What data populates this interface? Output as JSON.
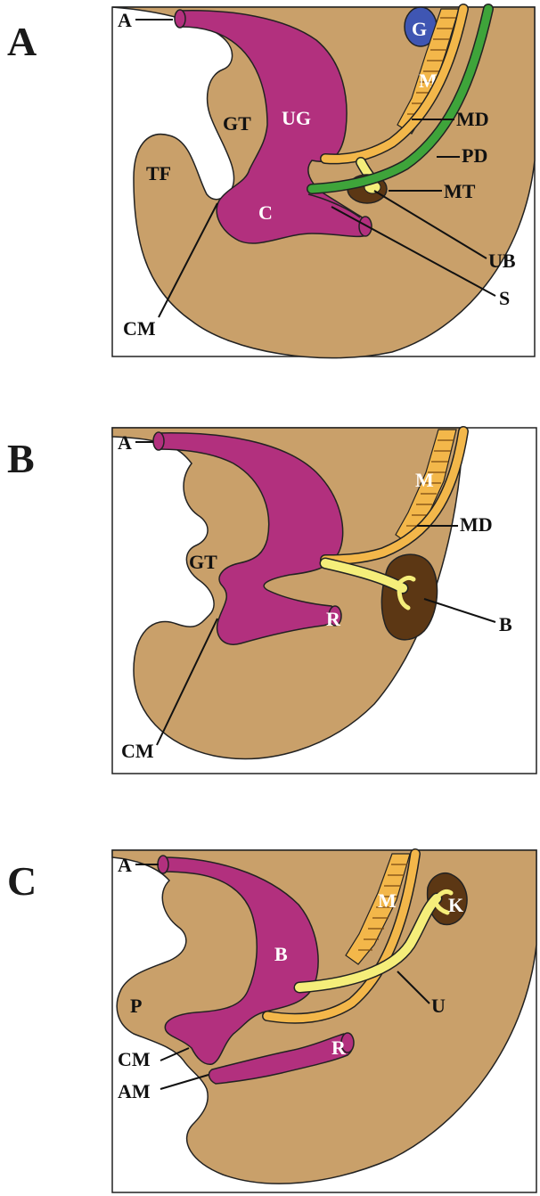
{
  "colors": {
    "tissue": "#c9a06a",
    "endoderm": "#b2307e",
    "mesonephric_duct": "#f3b74a",
    "paramesonephric_duct": "#3ea43a",
    "ureteric_bud": "#f5ee7a",
    "metanephros": "#5c3714",
    "gonad": "#3f56b3",
    "outline": "#222222"
  },
  "panels": [
    {
      "letter": "A",
      "labels": {
        "A": "A",
        "G": "G",
        "M": "M",
        "GT": "GT",
        "UG": "UG",
        "TF": "TF",
        "MD": "MD",
        "PD": "PD",
        "MT": "MT",
        "C": "C",
        "UB": "UB",
        "S": "S",
        "CM": "CM"
      }
    },
    {
      "letter": "B",
      "labels": {
        "A": "A",
        "M": "M",
        "MD": "MD",
        "GT": "GT",
        "R": "R",
        "B": "B",
        "CM": "CM"
      }
    },
    {
      "letter": "C",
      "labels": {
        "A": "A",
        "M": "M",
        "K": "K",
        "B": "B",
        "U": "U",
        "P": "P",
        "R": "R",
        "CM": "CM",
        "AM": "AM"
      }
    }
  ]
}
